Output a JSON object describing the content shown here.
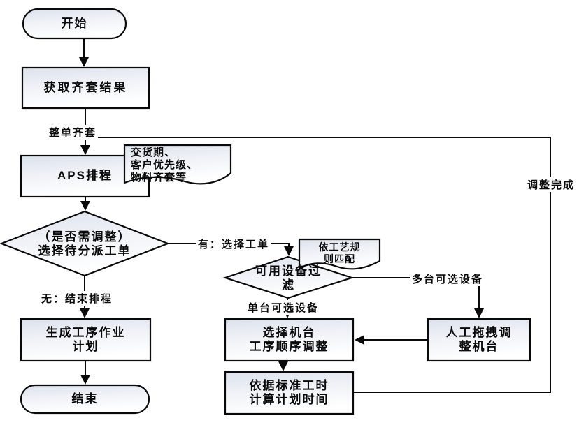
{
  "nodes": {
    "start": {
      "label": "开始",
      "type": "terminator"
    },
    "get_result": {
      "label": "获取齐套结果",
      "type": "process"
    },
    "aps": {
      "label": "APS排程",
      "type": "process"
    },
    "doc_delivery": {
      "label": "交货期、\n客户优先级、\n物料齐套等",
      "type": "document"
    },
    "decide_adjust": {
      "label": "（是否需调整）\n选择待分派工单",
      "type": "decision"
    },
    "doc_rule": {
      "label": "依工艺规\n则匹配",
      "type": "document"
    },
    "device_filter": {
      "label": "可用设备过\n滤",
      "type": "decision"
    },
    "select_machine": {
      "label": "选择机台\n工序顺序调整",
      "type": "process"
    },
    "manual_drag": {
      "label": "人工拖拽调\n整机台",
      "type": "process"
    },
    "calc_time": {
      "label": "依据标准工时\n计算计划时间",
      "type": "process"
    },
    "generate_plan": {
      "label": "生成工序作业\n计划",
      "type": "process"
    },
    "end": {
      "label": "结束",
      "type": "terminator"
    }
  },
  "labels": {
    "whole_order_ready": "整单齐套",
    "adjust_done": "调整完成",
    "yes_select_order": "有：选择工单",
    "no_end_scheduling": "无：结束排程",
    "multi_device": "多台可选设备",
    "single_device": "单台可选设备"
  },
  "edges": [
    {
      "from": "start",
      "to": "get_result"
    },
    {
      "from": "get_result",
      "to": "aps",
      "label": "整单齐套"
    },
    {
      "from": "aps",
      "to": "decide_adjust"
    },
    {
      "from": "decide_adjust",
      "to": "device_filter",
      "label": "有：选择工单"
    },
    {
      "from": "decide_adjust",
      "to": "generate_plan",
      "label": "无：结束排程"
    },
    {
      "from": "device_filter",
      "to": "select_machine",
      "label": "单台可选设备"
    },
    {
      "from": "device_filter",
      "to": "manual_drag",
      "label": "多台可选设备"
    },
    {
      "from": "manual_drag",
      "to": "select_machine"
    },
    {
      "from": "select_machine",
      "to": "calc_time"
    },
    {
      "from": "calc_time",
      "to": "aps",
      "label": "调整完成"
    },
    {
      "from": "generate_plan",
      "to": "end"
    }
  ],
  "colors": {
    "stroke": "#0a0a0a",
    "fill_top": "#dce2ec",
    "fill_mid": "#eef1f6",
    "fill_bottom": "#ffffff",
    "background": "#ffffff"
  }
}
